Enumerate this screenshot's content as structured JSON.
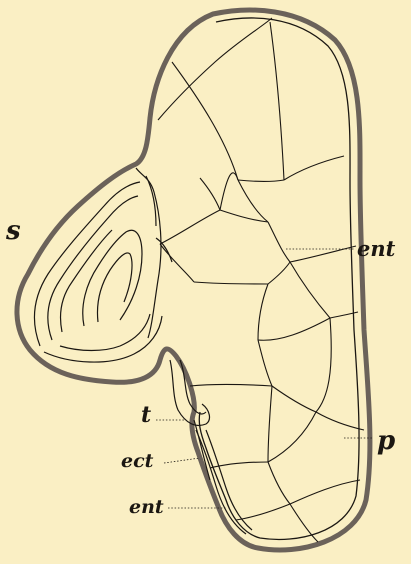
{
  "figure": {
    "labels": {
      "s": "s",
      "ent_upper": "ent",
      "t": "t",
      "p": "p",
      "ect": "ect",
      "ent_lower": "ent"
    }
  },
  "colors": {
    "paper": "#faefc4",
    "ink": "#1b1712",
    "shading": "#6b625a"
  }
}
